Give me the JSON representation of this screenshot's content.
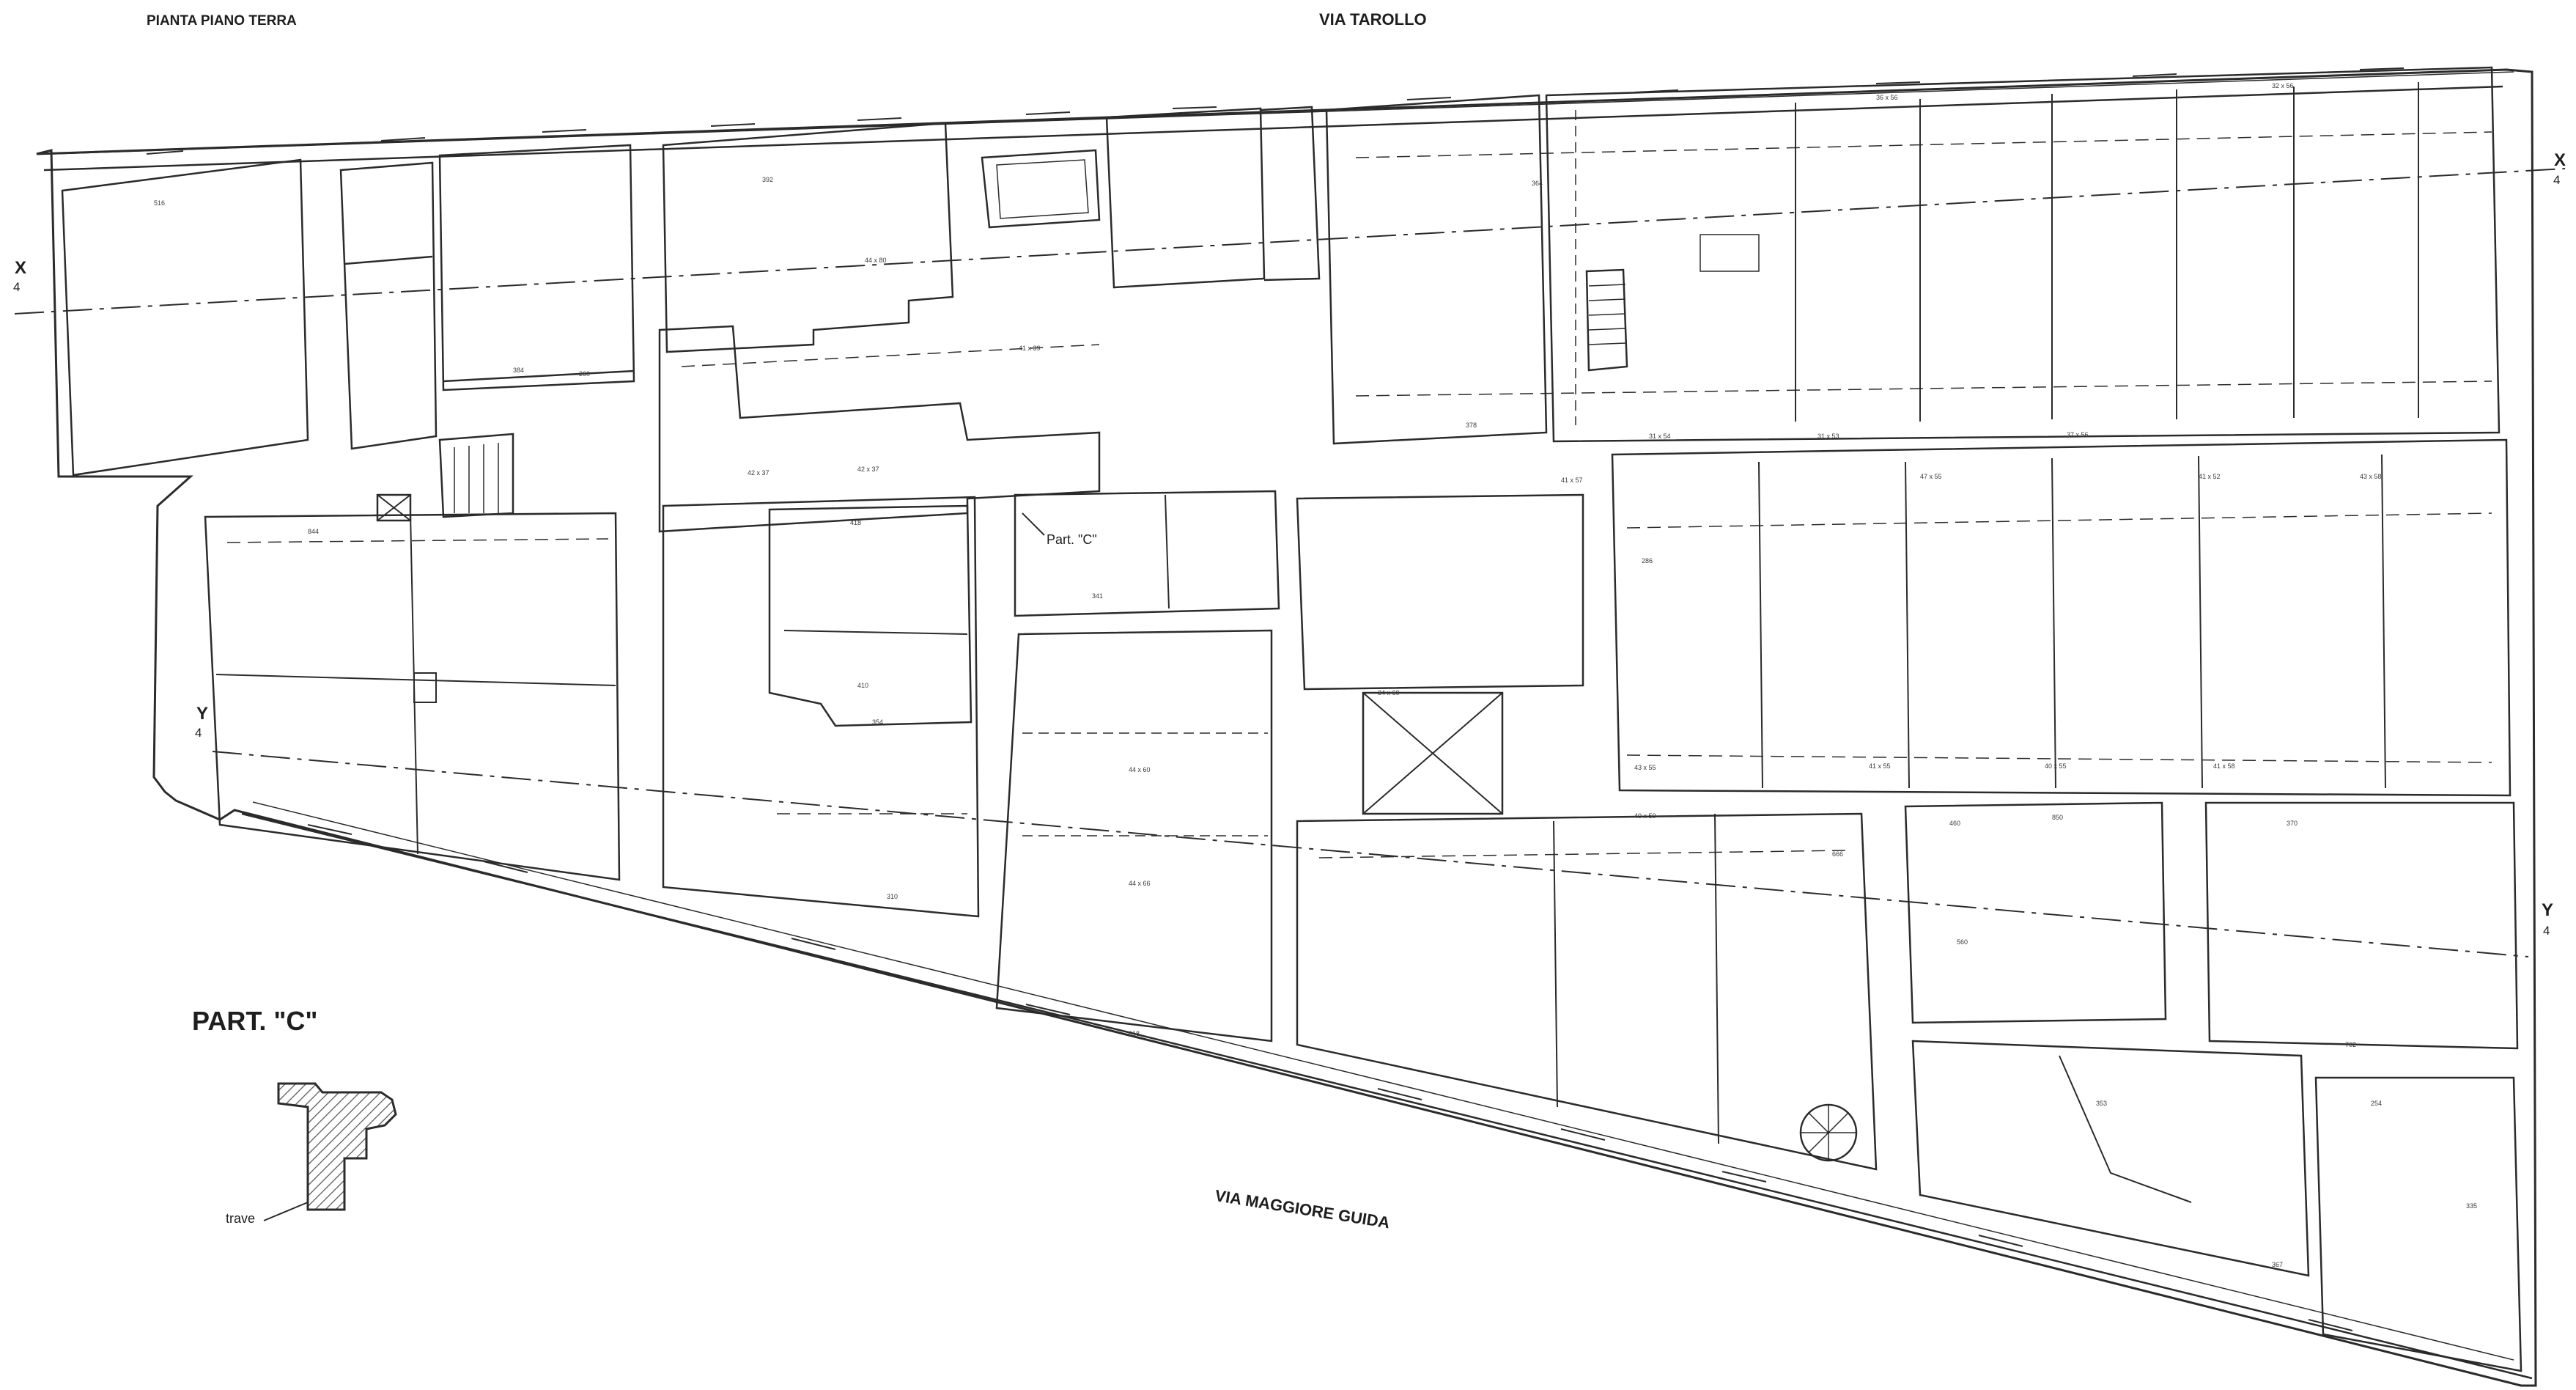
{
  "drawing": {
    "sheet_title": "PIANTA PIANO TERRA",
    "street_north": "VIA TAROLLO",
    "street_south": "VIA MAGGIORE GUIDA",
    "detail_title": "PART. \"C\"",
    "detail_label": "trave",
    "detail_reference": "Part. \"C\""
  },
  "axes": {
    "x_left": "X",
    "x_right": "X",
    "y_left": "Y",
    "y_right": "Y",
    "number": "4"
  },
  "dimension_labels": [
    "516",
    "384",
    "392",
    "378",
    "364",
    "418",
    "354",
    "286",
    "341",
    "844",
    "666",
    "618",
    "702",
    "850",
    "44 x 80",
    "44 x 60",
    "44 x 66",
    "41 x 39",
    "42 x 37",
    "42 x 37",
    "31 x 53",
    "40 x 55",
    "41 x 55",
    "47 x 55",
    "41 x 52",
    "43 x 58",
    "34 x 60",
    "32 x 56",
    "36 x 56",
    "37 x 56",
    "43 x 55",
    "40 x 50",
    "41 x 57",
    "41 x 58",
    "31 x 54",
    "410",
    "260",
    "310",
    "353",
    "560",
    "335",
    "367",
    "254",
    "460",
    "370"
  ],
  "colors": {
    "ink": "#2b2b2b",
    "paper": "#ffffff",
    "hatch": "#555555"
  }
}
